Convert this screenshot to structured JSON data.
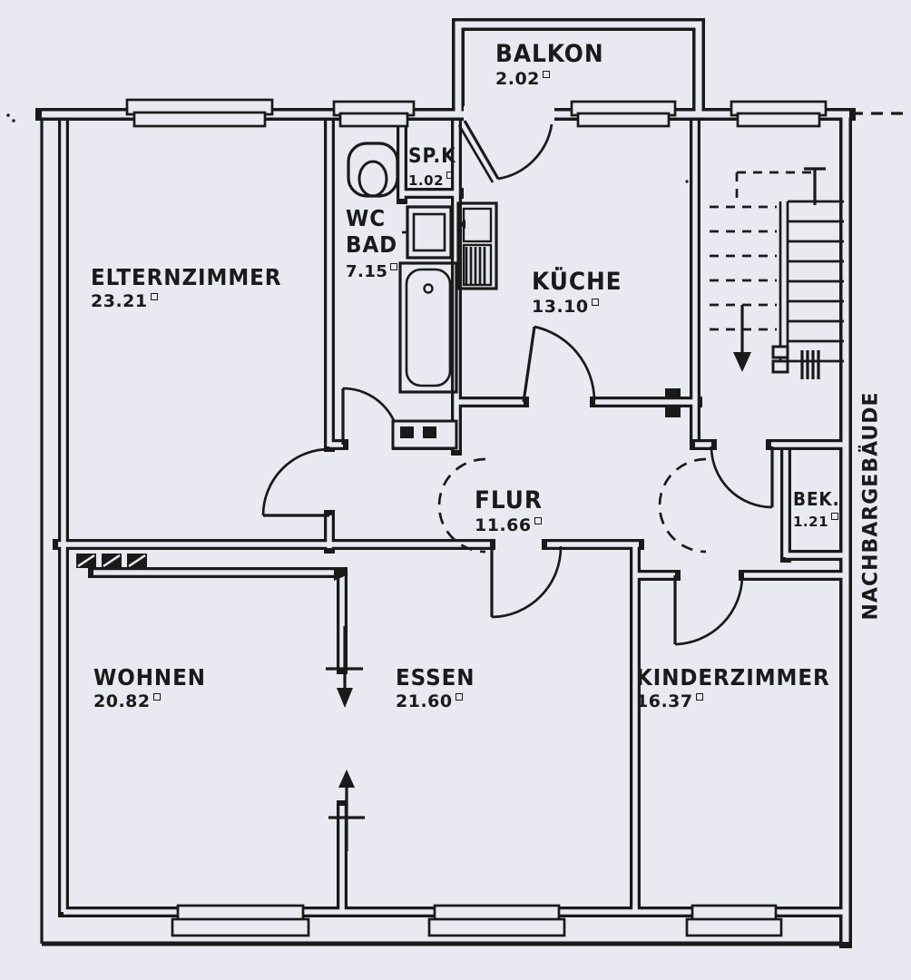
{
  "plan": {
    "rooms": [
      {
        "key": "balkon",
        "name": "BALKON",
        "area": "2.02"
      },
      {
        "key": "elternzimmer",
        "name": "ELTERNZIMMER",
        "area": "23.21"
      },
      {
        "key": "spk",
        "name": "SP.K",
        "area": "1.02"
      },
      {
        "key": "wc-bad",
        "name": "WC",
        "name2": "BAD",
        "area": "7.15"
      },
      {
        "key": "kueche",
        "name": "KÜCHE",
        "area": "13.10"
      },
      {
        "key": "flur",
        "name": "FLUR",
        "area": "11.66"
      },
      {
        "key": "bek",
        "name": "BEK.",
        "area": "1.21"
      },
      {
        "key": "wohnen",
        "name": "WOHNEN",
        "area": "20.82"
      },
      {
        "key": "essen",
        "name": "ESSEN",
        "area": "21.60"
      },
      {
        "key": "kinderzimmer",
        "name": "KINDERZIMMER",
        "area": "16.37"
      }
    ],
    "labels": {
      "neighbor_building": "NACHBARGEBÄUDE"
    },
    "colors": {
      "paper": "#e9eaf1",
      "ink": "#1a1a1a"
    }
  }
}
